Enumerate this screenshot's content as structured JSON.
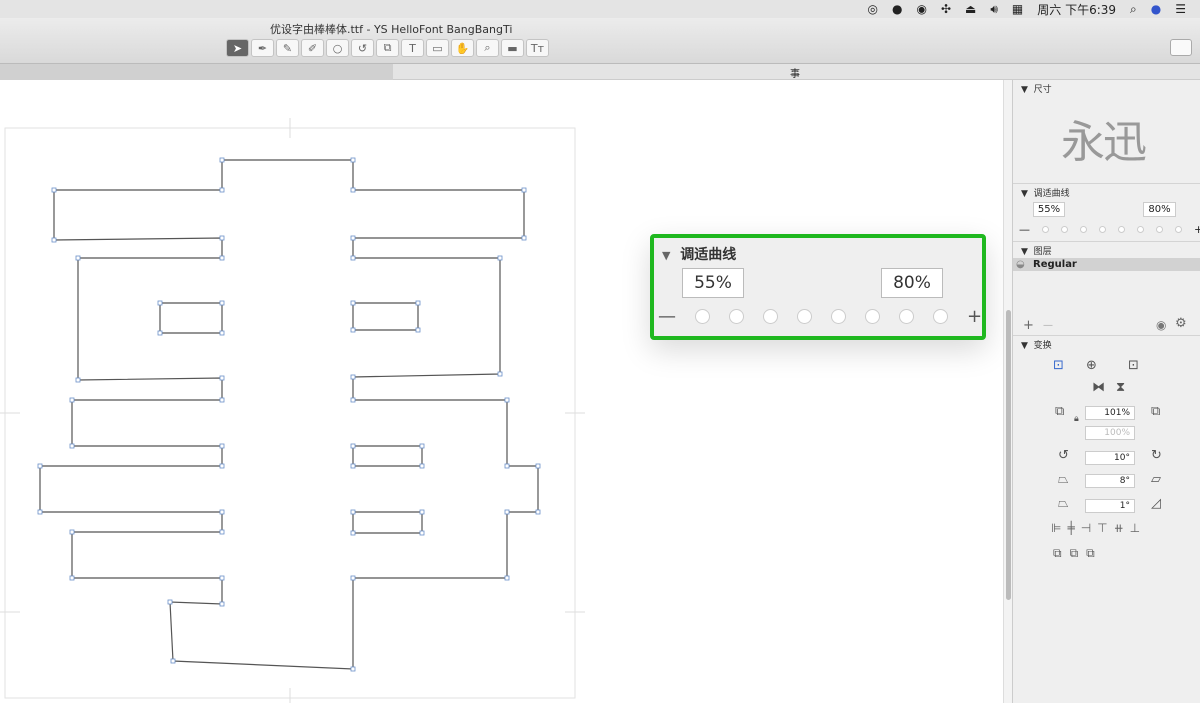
{
  "menubar": {
    "clock": "周六 下午6:39",
    "icons": [
      "creative-cloud-icon",
      "app-icon",
      "nvidia-icon",
      "bluetooth-icon",
      "eject-icon",
      "volume-icon",
      "input-method-icon",
      "search-icon",
      "siri-icon",
      "list-icon"
    ]
  },
  "window": {
    "title": "优设字由棒棒体.ttf - YS HelloFont BangBangTi"
  },
  "toolbar": {
    "tools": [
      "select",
      "pen",
      "pencil",
      "brush",
      "shape",
      "rotate",
      "scale",
      "text",
      "annotation",
      "hand",
      "zoom",
      "measure",
      "type-tool"
    ],
    "text_tool": "T",
    "type_tool": "Tт"
  },
  "tab": {
    "label": "事"
  },
  "popup": {
    "title": "调适曲线",
    "left_value": "55%",
    "right_value": "80%",
    "minus": "—",
    "plus": "+"
  },
  "panel": {
    "size": {
      "title": "尺寸",
      "preview": "永迅"
    },
    "curve": {
      "title": "调适曲线",
      "left_value": "55%",
      "right_value": "80%",
      "minus": "—",
      "plus": "+"
    },
    "layers": {
      "title": "图层",
      "items": [
        "Regular"
      ],
      "add": "+",
      "remove": "—"
    },
    "transform": {
      "title": "变换",
      "scale": "101%",
      "scale_y": "100%",
      "rotate": "10°",
      "slant": "8°",
      "skew": "1°"
    }
  },
  "colors": {
    "highlight": "#1fb81f",
    "outline": "#555555",
    "node": "#6a8fc8"
  }
}
